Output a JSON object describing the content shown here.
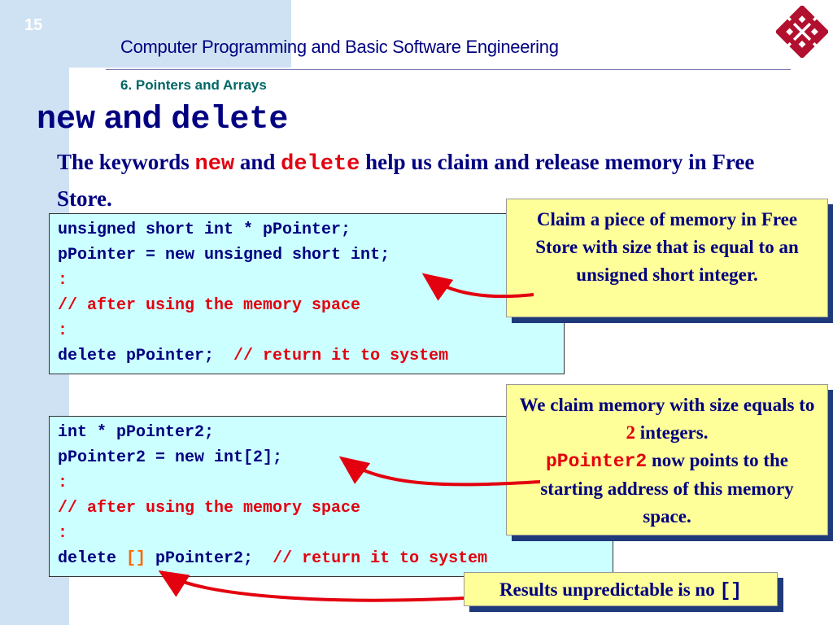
{
  "slide": {
    "number": "15",
    "course_title": "Computer Programming and Basic Software Engineering",
    "chapter": "6. Pointers and Arrays"
  },
  "title": {
    "part1": "new",
    "part2": " and ",
    "part3": "delete"
  },
  "intro": {
    "t1": "The keywords ",
    "kw1": "new",
    "t2": " and ",
    "kw2": "delete",
    "t3": " help us claim and release memory in Free Store."
  },
  "code_block_1": {
    "line1": "unsigned short int * pPointer;",
    "line2": "pPointer = new unsigned short int;",
    "line3": ":",
    "line4": "// after using the memory space",
    "line5": ":",
    "line6_code": "delete pPointer;",
    "line6_comment": "// return it to system"
  },
  "code_block_2": {
    "line1": "int * pPointer2;",
    "line2": "pPointer2 = new int[2];",
    "line3": ":",
    "line4": "// after using the memory space",
    "line5": ":",
    "line6_code_a": "delete ",
    "line6_brackets": "[]",
    "line6_code_b": " pPointer2;",
    "line6_comment": "// return it to system"
  },
  "callout_1": {
    "text": "Claim a piece of memory in Free Store with size that is equal to an unsigned short integer."
  },
  "callout_2": {
    "t1": "We claim memory with size equals to ",
    "num": "2",
    "t2": " integers.",
    "kw": "pPointer2",
    "t3": " now points to the starting address of this memory space."
  },
  "callout_3": {
    "text": "Results unpredictable is no ",
    "kw": "[]"
  },
  "colors": {
    "accent_blue": "#000080",
    "keyword_red": "#e3000f",
    "code_bg": "#ccffff",
    "callout_bg": "#ffff99",
    "sidebar": "#cfe2f3",
    "logo_red": "#b2102f"
  }
}
